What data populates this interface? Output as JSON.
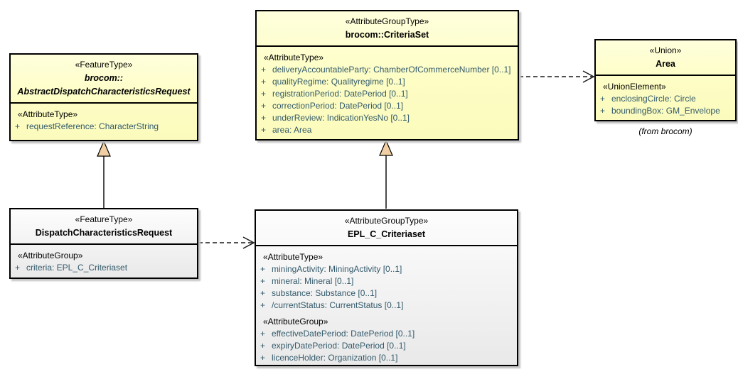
{
  "colors": {
    "class_fill_yellow": "#fdfdc4",
    "class_fill_gray": "#f1f1f1",
    "border": "#000000",
    "attribute_text": "#335a6b",
    "generalization_arrowhead_fill": "#f2cfa2",
    "shadow": "#c2c2c2"
  },
  "visibility_public": "+",
  "classes": {
    "abstract_request": {
      "stereotype": "«FeatureType»",
      "package_prefix": "brocom::",
      "name": "AbstractDispatchCharacteristicsRequest",
      "sections": [
        {
          "header": "«AttributeType»",
          "items": [
            "requestReference: CharacterString"
          ]
        }
      ]
    },
    "criteriaset": {
      "stereotype": "«AttributeGroupType»",
      "name": "brocom::CriteriaSet",
      "sections": [
        {
          "header": "«AttributeType»",
          "items": [
            "deliveryAccountableParty: ChamberOfCommerceNumber [0..1]",
            "qualityRegime: Qualityregime [0..1]",
            "registrationPeriod: DatePeriod [0..1]",
            "correctionPeriod: DatePeriod [0..1]",
            "underReview: IndicationYesNo [0..1]",
            "area: Area"
          ]
        }
      ]
    },
    "area": {
      "stereotype": "«Union»",
      "name": "Area",
      "note": "(from brocom)",
      "sections": [
        {
          "header": "«UnionElement»",
          "items": [
            "enclosingCircle: Circle",
            "boundingBox: GM_Envelope"
          ]
        }
      ]
    },
    "dispatch_request": {
      "stereotype": "«FeatureType»",
      "name": "DispatchCharacteristicsRequest",
      "sections": [
        {
          "header": "«AttributeGroup»",
          "items": [
            "criteria: EPL_C_Criteriaset"
          ]
        }
      ]
    },
    "epl_criteriaset": {
      "stereotype": "«AttributeGroupType»",
      "name": "EPL_C_Criteriaset",
      "sections": [
        {
          "header": "«AttributeType»",
          "items": [
            "miningActivity: MiningActivity [0..1]",
            "mineral: Mineral [0..1]",
            "substance: Substance [0..1]",
            "/currentStatus: CurrentStatus [0..1]"
          ]
        },
        {
          "header": "«AttributeGroup»",
          "items": [
            "effectiveDatePeriod: DatePeriod [0..1]",
            "expiryDatePeriod: DatePeriod [0..1]",
            "licenceHolder: Organization [0..1]"
          ]
        }
      ]
    }
  }
}
